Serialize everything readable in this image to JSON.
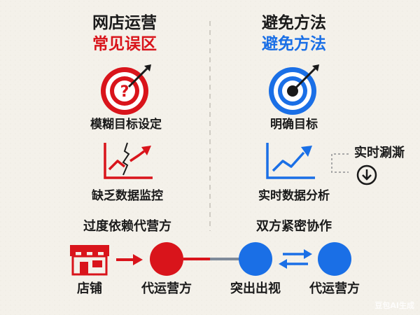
{
  "colors": {
    "red": "#d9141b",
    "blue": "#1a6fe6",
    "dark": "#1a1a1a",
    "gray": "#888888",
    "bg": "#f4f1ea"
  },
  "left": {
    "title": "网店运营",
    "subtitle": "常见误区",
    "item1": {
      "label": "模糊目标设定",
      "icon": "target-question-icon"
    },
    "item2": {
      "label": "缺乏数据监控",
      "icon": "broken-chart-icon"
    },
    "item3": {
      "label": "过度依赖代营方"
    }
  },
  "right": {
    "title": "避免方法",
    "subtitle": "避免方法",
    "item1": {
      "label": "明确目标",
      "icon": "target-hit-icon"
    },
    "item2": {
      "label": "实时数据分析",
      "icon": "rising-chart-icon"
    },
    "callout": {
      "label": "实时涮澌",
      "icon": "download-circle-icon"
    },
    "item3": {
      "label": "双方紧密协作"
    }
  },
  "flow": {
    "store_label": "店铺",
    "agent_left_label": "代运营方",
    "highlight_label": "突出出视",
    "agent_right_label": "代运营方"
  },
  "watermark": "豆包AI生成"
}
